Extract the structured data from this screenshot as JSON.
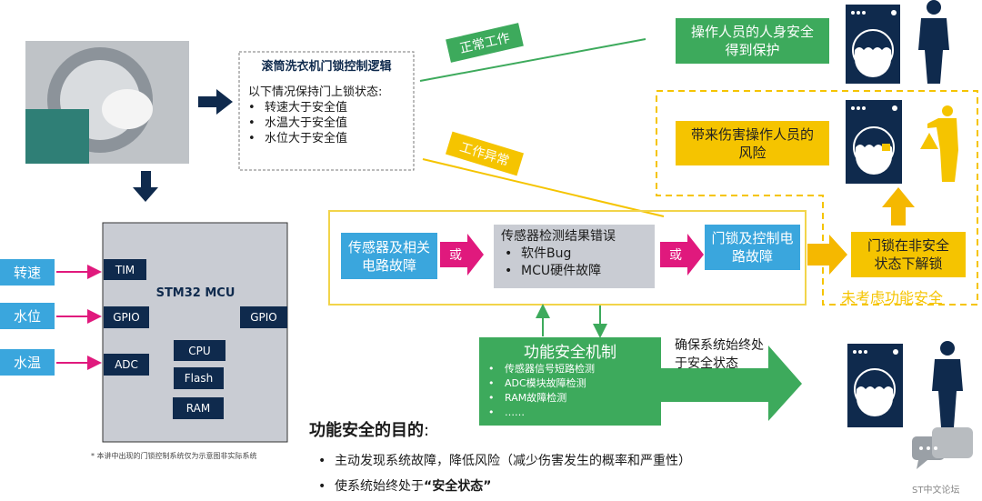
{
  "logic_box": {
    "title": "滚筒洗衣机门锁控制逻辑",
    "intro": "以下情况保持门上锁状态:",
    "items": [
      "转速大于安全值",
      "水温大于安全值",
      "水位大于安全值"
    ]
  },
  "inputs": [
    "转速",
    "水位",
    "水温"
  ],
  "mcu": {
    "title": "STM32 MCU",
    "tim": "TIM",
    "gpio_left": "GPIO",
    "adc": "ADC",
    "gpio_right": "GPIO",
    "cpu": "CPU",
    "flash": "Flash",
    "ram": "RAM"
  },
  "footnote": "* 本讲中出现的门锁控制系统仅为示意图非实际系统",
  "normal_label": "正常工作",
  "abnormal_label": "工作异常",
  "normal_result": "操作人员的人身安全得到保护",
  "risk_result": "带来伤害操作人员的风险",
  "fault_chain": {
    "sensor_fault": "传感器及相关电路故障",
    "or1": "或",
    "detect_title": "传感器检测结果错误",
    "detect_items": [
      "软件Bug",
      "MCU硬件故障"
    ],
    "or2": "或",
    "lock_fault": "门锁及控制电路故障"
  },
  "unlock_unsafe": "门锁在非安全状态下解锁",
  "no_fs_label": "未考虑功能安全",
  "fs_mechanism": {
    "title": "功能安全机制",
    "items": [
      "传感器信号短路检测",
      "ADC模块故障检测",
      "RAM故障检测",
      "……"
    ]
  },
  "ensure_text": "确保系统始终处于安全状态",
  "purpose": {
    "title": "功能安全的目的",
    "colon": ":",
    "item1": "主动发现系统故障，降低风险（减少伤害发生的概率和严重性）",
    "item2_prefix": "使系统始终处于",
    "item2_bold": "“安全状态”"
  },
  "logo_text": "ST中文论坛",
  "colors": {
    "navy": "#0f2a4d",
    "blue": "#3aa6dd",
    "pink": "#e0197d",
    "green": "#3daa5c",
    "yellow": "#f5c400",
    "gray": "#c9ccd3"
  }
}
